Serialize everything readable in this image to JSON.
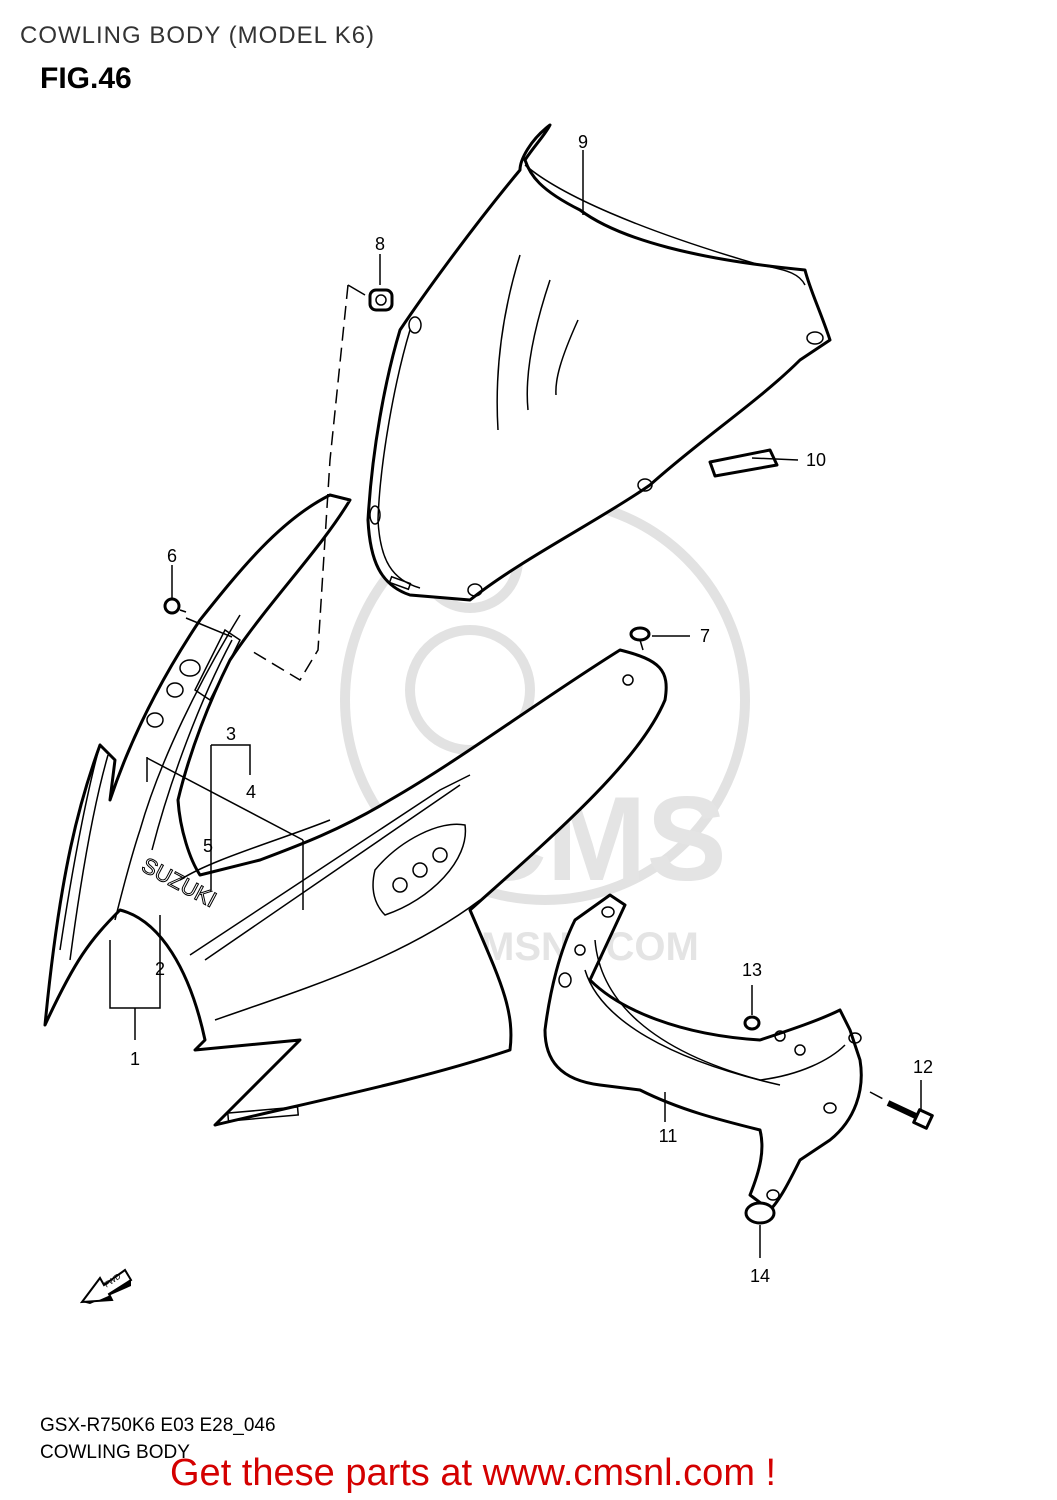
{
  "header": {
    "title": "COWLING BODY (MODEL K6)",
    "fig": "FIG.46"
  },
  "callouts": {
    "c1": "1",
    "c2": "2",
    "c3": "3",
    "c4": "4",
    "c5": "5",
    "c6": "6",
    "c7": "7",
    "c8": "8",
    "c9": "9",
    "c10": "10",
    "c11": "11",
    "c12": "12",
    "c13": "13",
    "c14": "14"
  },
  "decal_text": "SUZUKI",
  "fwd_text": "FWD",
  "watermark": {
    "brand": "CMS",
    "url": "WWW.CMSNL.COM"
  },
  "footer": {
    "code": "GSX-R750K6 E03 E28_046",
    "title": "COWLING BODY",
    "cta": "Get these parts at www.cmsnl.com !"
  }
}
